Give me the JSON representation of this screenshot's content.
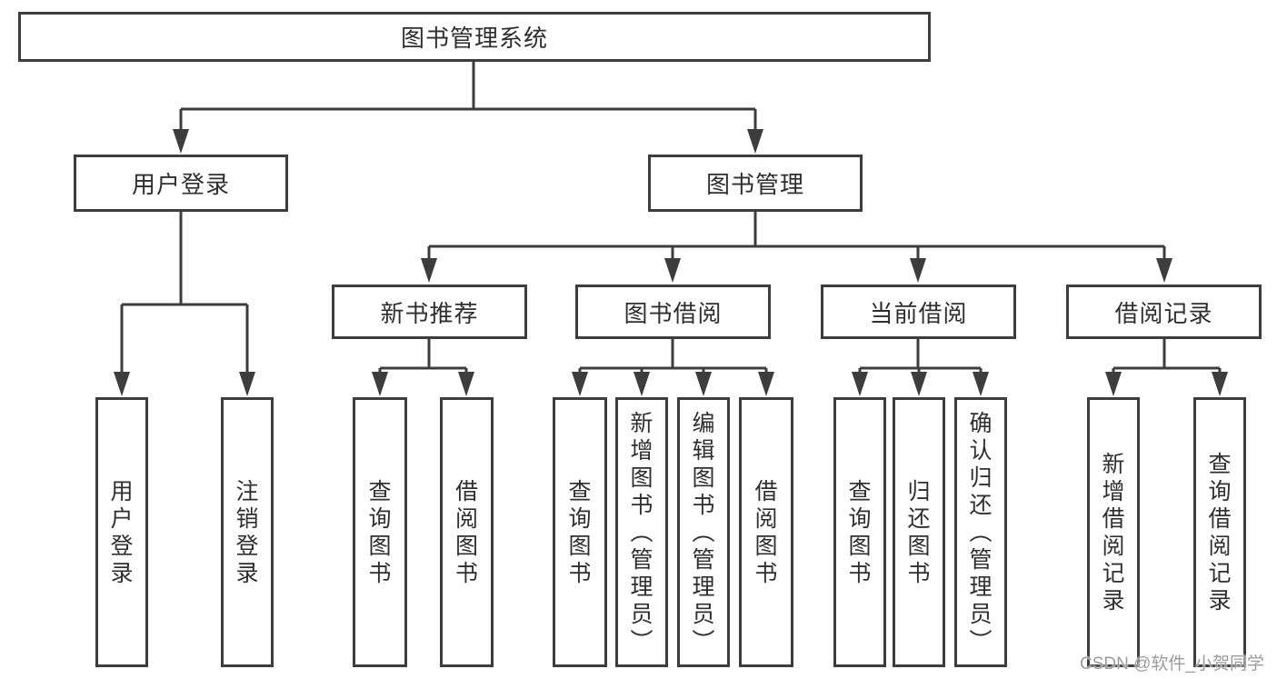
{
  "colors": {
    "line": "#3d3d3d",
    "text": "#2f2f2f",
    "watermark": "#9c9c9c",
    "background": "#ffffff"
  },
  "diagram": {
    "root": {
      "label": "图书管理系统"
    },
    "children": [
      {
        "label": "用户登录",
        "children": [
          {
            "label": "用户登录"
          },
          {
            "label": "注销登录"
          }
        ]
      },
      {
        "label": "图书管理",
        "children": [
          {
            "label": "新书推荐",
            "children": [
              {
                "label": "查询图书"
              },
              {
                "label": "借阅图书"
              }
            ]
          },
          {
            "label": "图书借阅",
            "children": [
              {
                "label": "查询图书"
              },
              {
                "label": "新增图书（管理员）"
              },
              {
                "label": "编辑图书（管理员）"
              },
              {
                "label": "借阅图书"
              }
            ]
          },
          {
            "label": "当前借阅",
            "children": [
              {
                "label": "查询图书"
              },
              {
                "label": "归还图书"
              },
              {
                "label": "确认归还（管理员）"
              }
            ]
          },
          {
            "label": "借阅记录",
            "children": [
              {
                "label": "新增借阅记录"
              },
              {
                "label": "查询借阅记录"
              }
            ]
          }
        ]
      }
    ]
  },
  "watermark": {
    "text": "CSDN @软件_小贺同学"
  }
}
